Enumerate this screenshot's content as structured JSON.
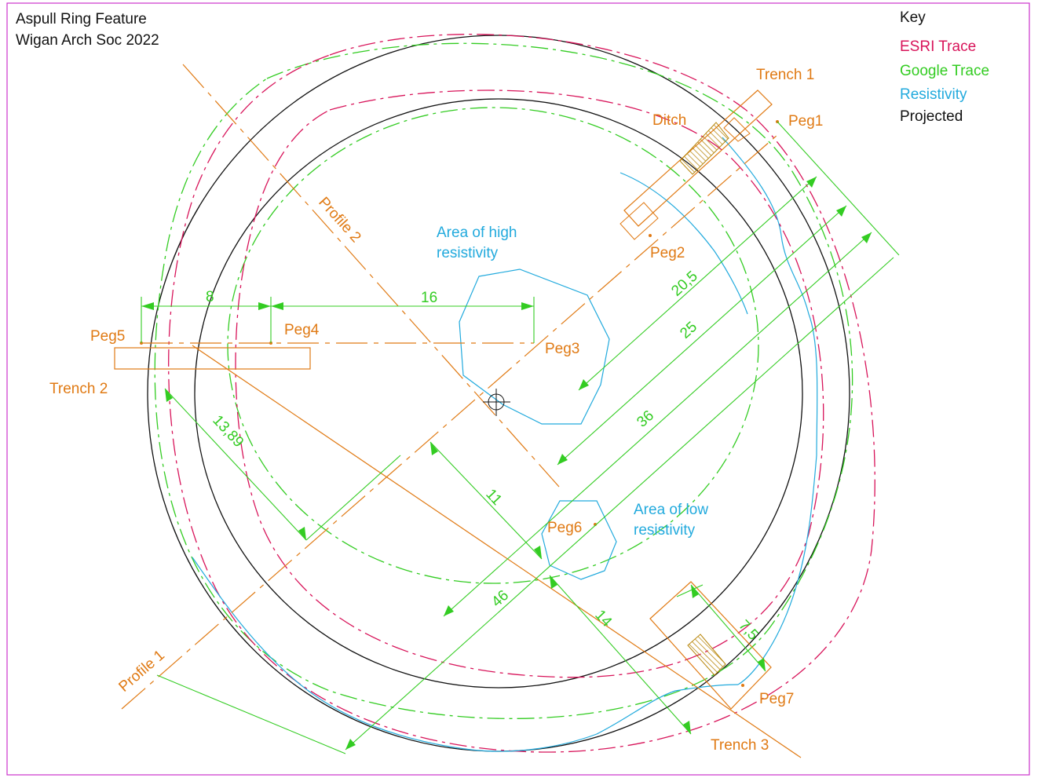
{
  "title": {
    "line1": "Aspull Ring Feature",
    "line2": "Wigan Arch Soc 2022"
  },
  "key": {
    "heading": "Key",
    "items": [
      {
        "label": "ESRI Trace",
        "color": "#d8145a"
      },
      {
        "label": "Google Trace",
        "color": "#33cc22"
      },
      {
        "label": "Resistivity",
        "color": "#22aadd"
      },
      {
        "label": "Projected",
        "color": "#111111"
      }
    ]
  },
  "labels": {
    "trench1": "Trench 1",
    "trench2": "Trench 2",
    "trench3": "Trench 3",
    "ditch": "Ditch",
    "peg1": "Peg1",
    "peg2": "Peg2",
    "peg3": "Peg3",
    "peg4": "Peg4",
    "peg5": "Peg5",
    "peg6": "Peg6",
    "peg7": "Peg7",
    "profile1": "Profile 1",
    "profile2": "Profile 2",
    "high_res_1": "Area of high",
    "high_res_2": "resistivity",
    "low_res_1": "Area of low",
    "low_res_2": "resistivity"
  },
  "dimensions": {
    "d8": "8",
    "d16": "16",
    "d20_5": "20,5",
    "d25": "25",
    "d36": "36",
    "d13_89": "13,89",
    "d11": "11",
    "d46": "46",
    "d14": "14",
    "d7_5": "7,5"
  },
  "colors": {
    "border": "#cc33cc",
    "orange": "#e07a14",
    "green": "#33cc22",
    "cyan": "#22aadd",
    "crimson": "#d8145a",
    "black": "#111111"
  }
}
